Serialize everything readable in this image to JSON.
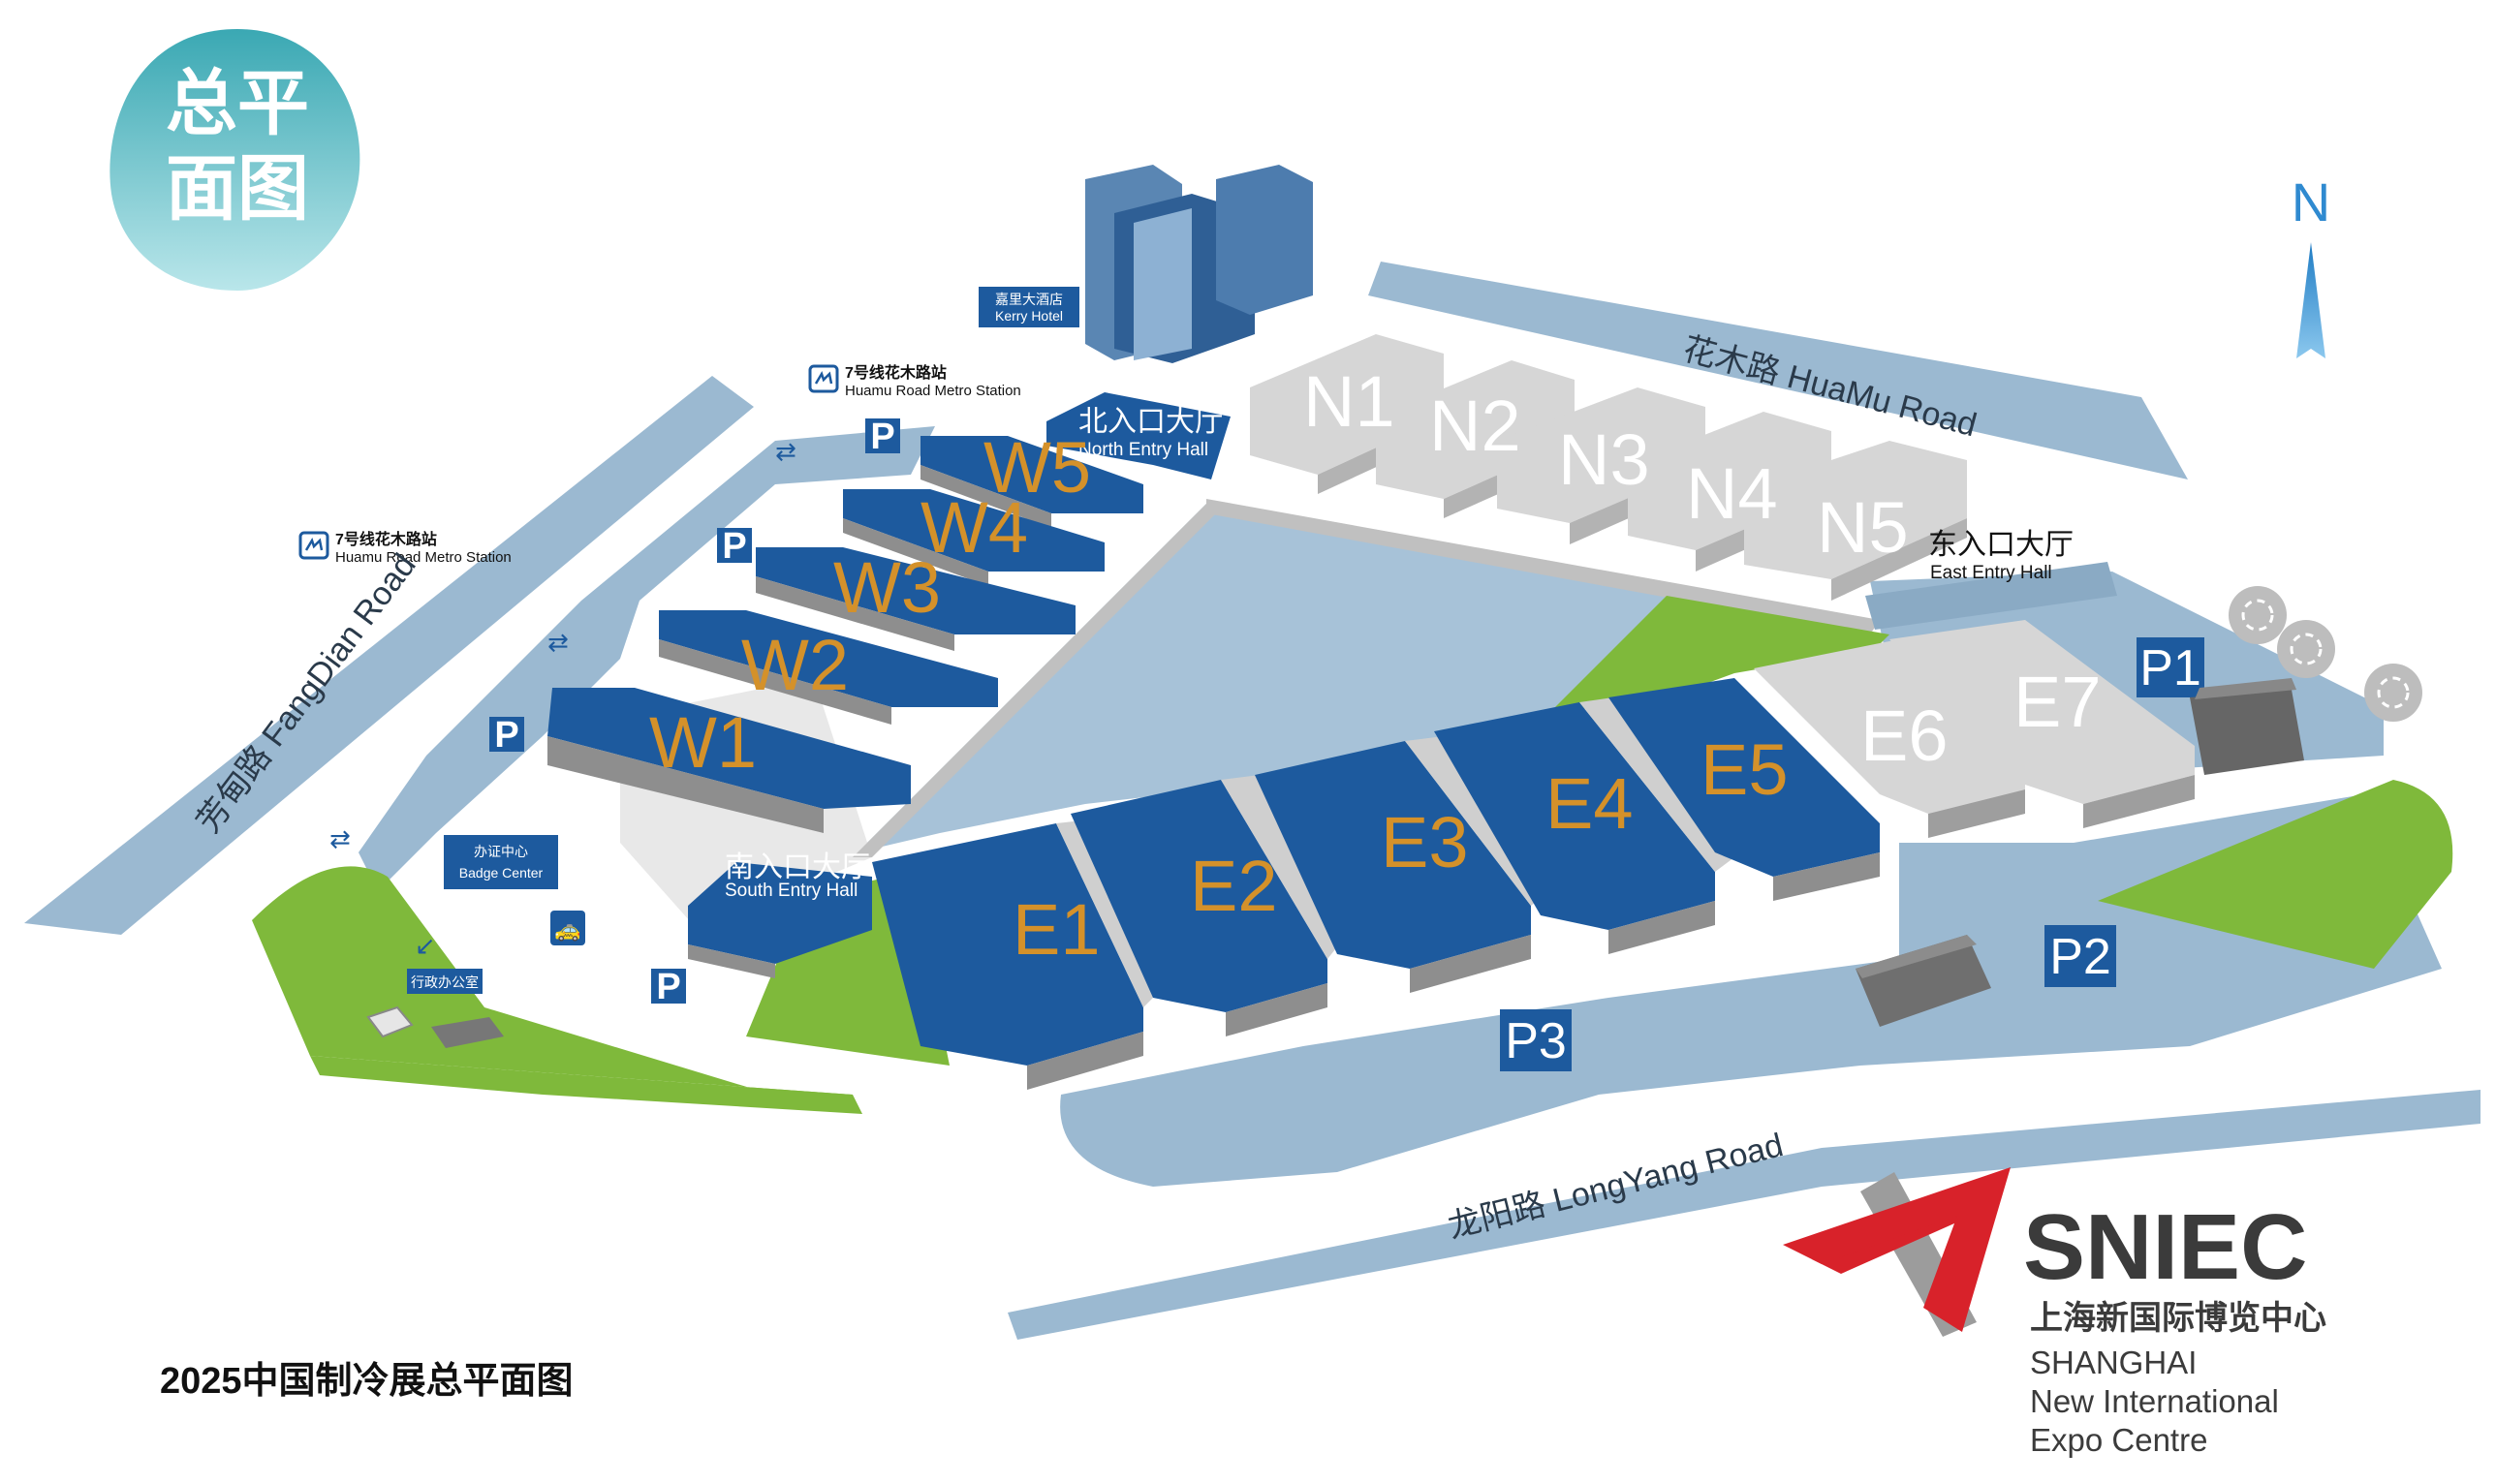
{
  "badge": {
    "line1": "总平",
    "line2": "面图"
  },
  "caption": "2025中国制冷展总平面图",
  "compass": {
    "label": "N"
  },
  "roads": {
    "huamu": "花木路 HuaMu Road",
    "fangdian": "芳甸路 FangDian Road",
    "longyang": "龙阳路 LongYang Road"
  },
  "halls": {
    "west": [
      "W1",
      "W2",
      "W3",
      "W4",
      "W5"
    ],
    "north": [
      "N1",
      "N2",
      "N3",
      "N4",
      "N5"
    ],
    "east": [
      "E1",
      "E2",
      "E3",
      "E4",
      "E5",
      "E6",
      "E7"
    ]
  },
  "entries": {
    "north": {
      "cn": "北入口大厅",
      "en": "North Entry Hall"
    },
    "east": {
      "cn": "东入口大厅",
      "en": "East Entry Hall"
    },
    "south": {
      "cn": "南入口大厅",
      "en": "South Entry Hall"
    }
  },
  "parking": {
    "p_label": "P",
    "p1": "P1",
    "p2": "P2",
    "p3": "P3"
  },
  "metro": {
    "top": {
      "cn": "7号线花木路站",
      "en": "Huamu Road Metro Station"
    },
    "left": {
      "cn": "7号线花木路站",
      "en": "Huamu Road Metro Station"
    }
  },
  "hotel": {
    "cn": "嘉里大酒店",
    "en": "Kerry Hotel"
  },
  "badge_center": {
    "cn": "办证中心",
    "en": "Badge Center"
  },
  "admin_office": "行政办公室",
  "logo": {
    "name": "SNIEC",
    "cn": "上海新国际博览中心",
    "en1": "SHANGHAI",
    "en2": "New International",
    "en3": "Expo Centre"
  },
  "colors": {
    "hall_blue": "#1d5a9e",
    "hall_grey": "#d6d6d6",
    "road_blue": "#9bb9d1",
    "grass": "#7fb93b",
    "label_gold": "#d4912a",
    "badge_teal": "#4bb8c2",
    "logo_red": "#d8222a"
  }
}
